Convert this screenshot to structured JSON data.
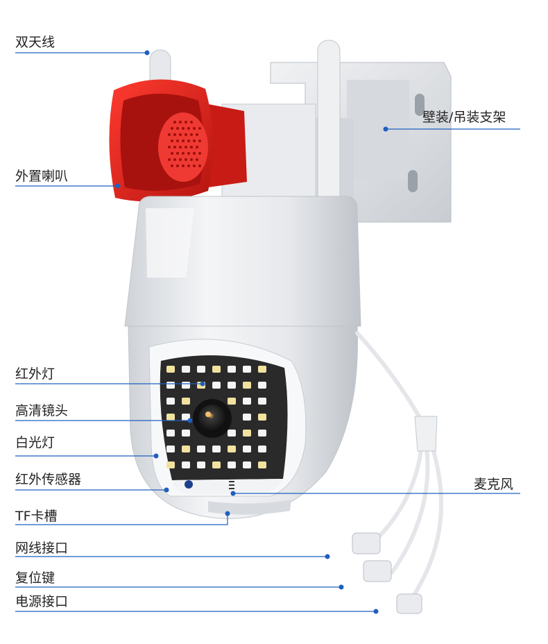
{
  "colors": {
    "leader_line": "#1f5fbf",
    "speaker_red": "#e0201e",
    "camera_body": "#eceef0",
    "camera_shadow": "#c9cdd2",
    "led_white": "#f4f4f4",
    "led_ir": "#f2e2a0",
    "lens": "#1a1a1a"
  },
  "labels": {
    "dual_antenna": "双天线",
    "external_speaker": "外置喇叭",
    "wall_bracket": "壁装/吊装支架",
    "ir_light": "红外灯",
    "hd_lens": "高清镜头",
    "white_light": "白光灯",
    "ir_sensor": "红外传感器",
    "tf_slot": "TF卡槽",
    "network_port": "网线接口",
    "reset_key": "复位键",
    "power_port": "电源接口",
    "microphone": "麦克风"
  },
  "icons": {
    "camera": "ptz-camera-illustration",
    "speaker": "horn-speaker-icon",
    "antenna": "antenna-icon",
    "bracket": "wall-mount-bracket-icon",
    "cable": "cable-harness-icon"
  }
}
